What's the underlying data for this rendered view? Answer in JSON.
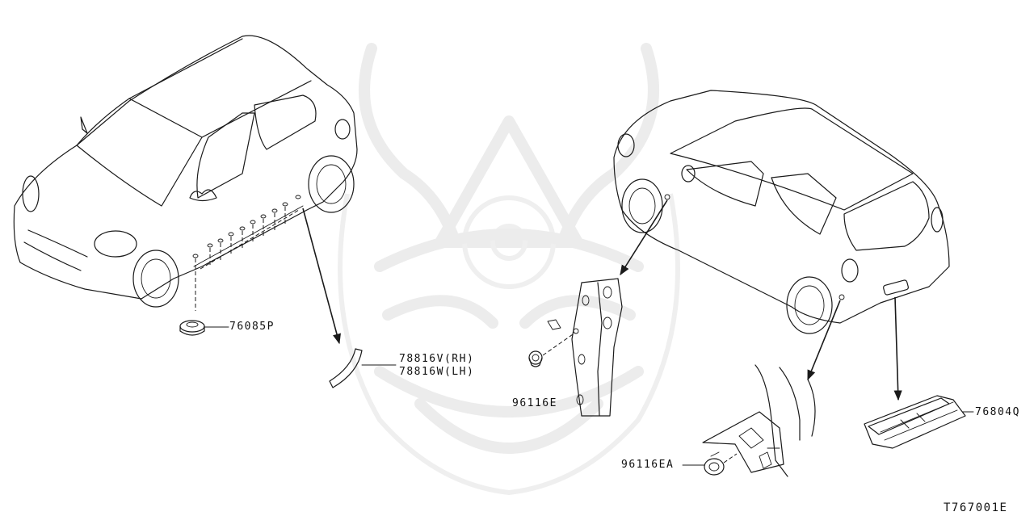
{
  "diagram": {
    "labels": {
      "p76085p": "76085P",
      "p78816v": "78816V(RH)",
      "p78816w": "78816W(LH)",
      "p96116e": "96116E",
      "p96116ea": "96116EA",
      "p76804q": "76804Q"
    },
    "reference_code": "T767001E"
  }
}
